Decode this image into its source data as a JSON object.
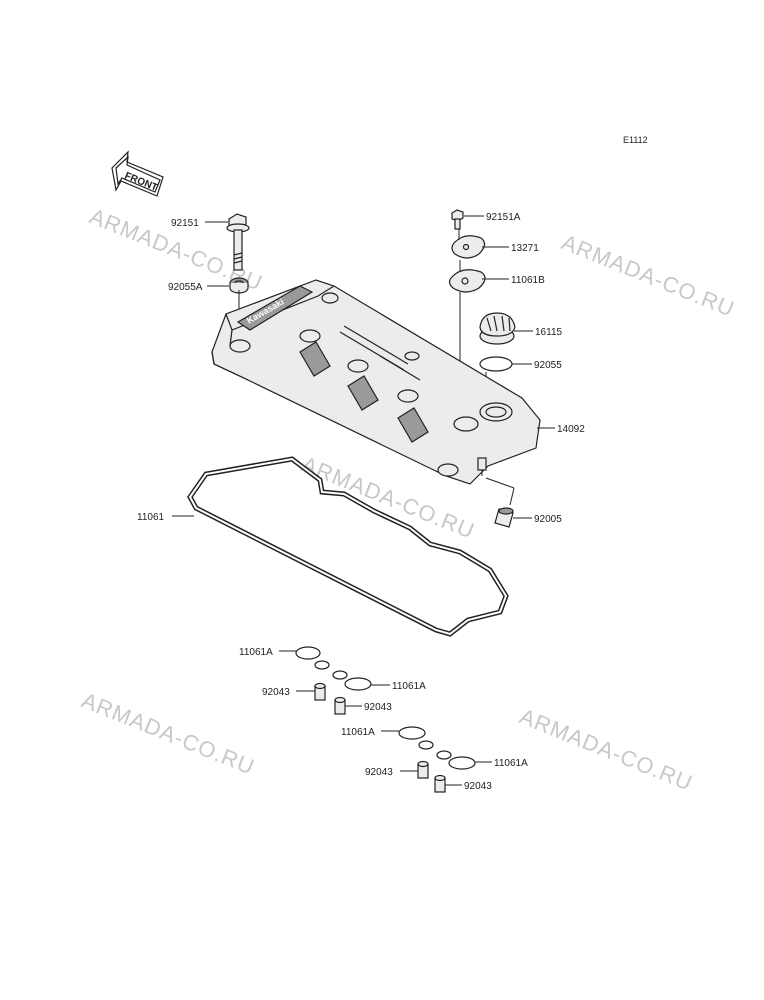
{
  "diagram_code": "E1112",
  "front_arrow_label": "FRONT",
  "cover_logo_text": "Kawasaki",
  "watermarks": [
    "ARMADA-CO.RU",
    "ARMADA-CO.RU",
    "ARMADA-CO.RU",
    "ARMADA-CO.RU",
    "ARMADA-CO.RU"
  ],
  "parts": {
    "p92151": "92151",
    "p92055A": "92055A",
    "p92151A": "92151A",
    "p13271": "13271",
    "p11061B": "11061B",
    "p16115": "16115",
    "p92055": "92055",
    "p14092": "14092",
    "p11061": "11061",
    "p92005": "92005",
    "p11061A_1": "11061A",
    "p92043_1": "92043",
    "p11061A_2": "11061A",
    "p92043_2": "92043",
    "p11061A_3": "11061A",
    "p92043_3": "92043",
    "p11061A_4": "11061A",
    "p92043_4": "92043"
  }
}
